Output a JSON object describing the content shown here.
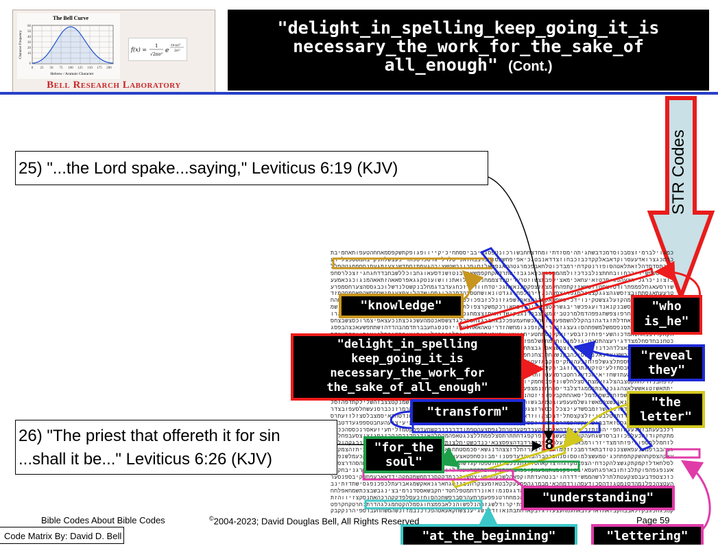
{
  "logo": {
    "chart_title": "The Bell Curve",
    "y_axis_label": "Character Frequency",
    "x_axis_label": "Hebrew / Aramaic Character",
    "y_ticks": [
      "60",
      "50",
      "40",
      "30",
      "20",
      "10",
      "0"
    ],
    "x_ticks": [
      "0",
      "25",
      "50",
      "75",
      "100",
      "125",
      "150",
      "175",
      "200"
    ],
    "caption": "Bell Research Laboratory"
  },
  "title": {
    "line1": "\"delight_in_spelling_keep_going_it_is",
    "line2": "necessary_the_work_for_the_sake_of",
    "line3": "all_enough\"",
    "cont": "(Cont.)"
  },
  "arrow": {
    "label": "STR Codes"
  },
  "verses": {
    "v25": "25) \"...the Lord spake...saying,\" Leviticus 6:19 (KJV)",
    "v26_line1": "26) \"The priest that offereth it for sin",
    "v26_line2": "...shall it be...\" Leviticus 6:26 (KJV)"
  },
  "labels": {
    "knowledge": "\"knowledge\"",
    "who_line1": "\"who",
    "who_line2": "is_he\"",
    "delight_line1": "\"delight_in_spelling",
    "delight_line2": "keep_going_it_is",
    "delight_line3": "necessary_the_work_for",
    "delight_line4": "the_sake_of_all_enough\"",
    "reveal_line1": "\"reveal",
    "reveal_line2": "they\"",
    "transform": "\"transform\"",
    "letter_line1": "\"the",
    "letter_line2": "letter\"",
    "soul_line1": "\"for_the",
    "soul_line2": "soul\"",
    "understanding": "\"understanding\"",
    "at_beginning": "\"at_the_beginning\"",
    "lettering": "\"lettering\""
  },
  "marker": "8",
  "footer": {
    "left": "Bible Codes About Bible Codes",
    "center_sup": "©",
    "center": "2004-2023; David Douglas Bell, All Rights Reserved",
    "right": "Page 59",
    "credit": "Code Matrix By: David D. Bell"
  },
  "colors": {
    "red": "#ee1c1c",
    "blue": "#1f2bd6",
    "gold": "#c8961e",
    "yellow": "#d2c81e",
    "green": "#1ea04a",
    "magenta": "#e03ca8",
    "cyan": "#3cc8c8",
    "arrow_fill": "#c8e0e6"
  }
}
